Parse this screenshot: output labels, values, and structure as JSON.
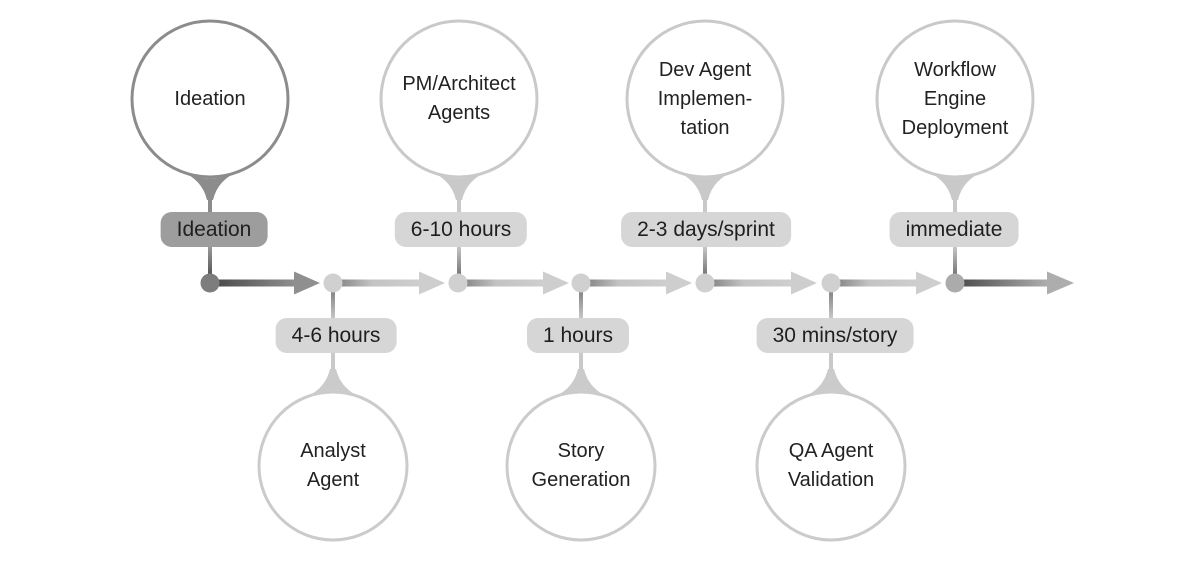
{
  "diagram": {
    "type": "workflow-timeline",
    "background": "#ffffff",
    "text_color": "#222222",
    "accents": {
      "dark_stroke": "#8c8c8c",
      "dark_badge_bg": "#9d9d9d",
      "dark_dot": "#7d7d7d",
      "light_stroke": "#c9c9c9",
      "light_badge_bg": "#d6d6d6",
      "light_dot": "#d0d0d0",
      "end_dot": "#ababab"
    },
    "nodes": [
      {
        "label": "Ideation",
        "badge": "Ideation",
        "side": "top",
        "emphasis": "dark"
      },
      {
        "label": "Analyst\nAgent",
        "badge": "4-6 hours",
        "side": "bottom",
        "emphasis": "light"
      },
      {
        "label": "PM/Architect\nAgents",
        "badge": "6-10 hours",
        "side": "top",
        "emphasis": "light"
      },
      {
        "label": "Story\nGeneration",
        "badge": "1 hours",
        "side": "bottom",
        "emphasis": "light"
      },
      {
        "label": "Dev Agent\nImplemen-\ntation",
        "badge": "2-3 days/sprint",
        "side": "top",
        "emphasis": "light"
      },
      {
        "label": "QA Agent\nValidation",
        "badge": "30 mins/story",
        "side": "bottom",
        "emphasis": "light"
      },
      {
        "label": "Workflow\nEngine\nDeployment",
        "badge": "immediate",
        "side": "top",
        "emphasis": "light"
      }
    ]
  }
}
